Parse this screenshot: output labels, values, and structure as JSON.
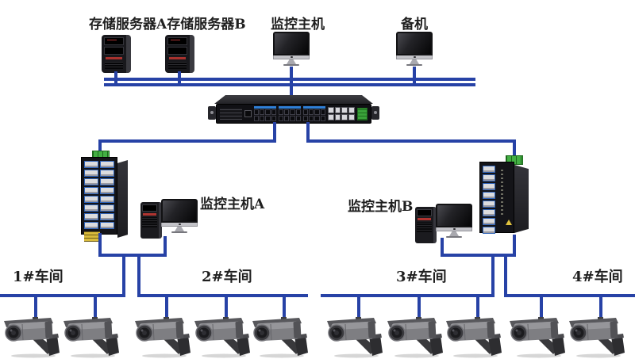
{
  "colors": {
    "link": "#2742a6",
    "label": "#1f1f1f"
  },
  "labels": {
    "storage_servers": "存储服务器A存储服务器B",
    "monitor_host": "监控主机",
    "backup_host": "备机",
    "monitor_host_a": "监控主机A",
    "monitor_host_b": "监控主机B"
  },
  "workshops": [
    {
      "label": "1#车间",
      "cameras": 2
    },
    {
      "label": "2#车间",
      "cameras": 3
    },
    {
      "label": "3#车间",
      "cameras": 3
    },
    {
      "label": "4#车间",
      "cameras": 2
    }
  ],
  "devices": {
    "storage_server_a": "storage-server-tower",
    "storage_server_b": "storage-server-tower",
    "monitor_host": "desktop-monitor",
    "backup_host": "desktop-monitor",
    "core_switch": "rackmount-fiber-switch",
    "left_switch": "industrial-16port-switch",
    "right_switch": "industrial-8port-switch",
    "monitor_host_a": "tower-pc-with-monitor",
    "monitor_host_b": "tower-pc-with-monitor",
    "camera": "bullet-cctv-camera",
    "camera_count": 10
  }
}
